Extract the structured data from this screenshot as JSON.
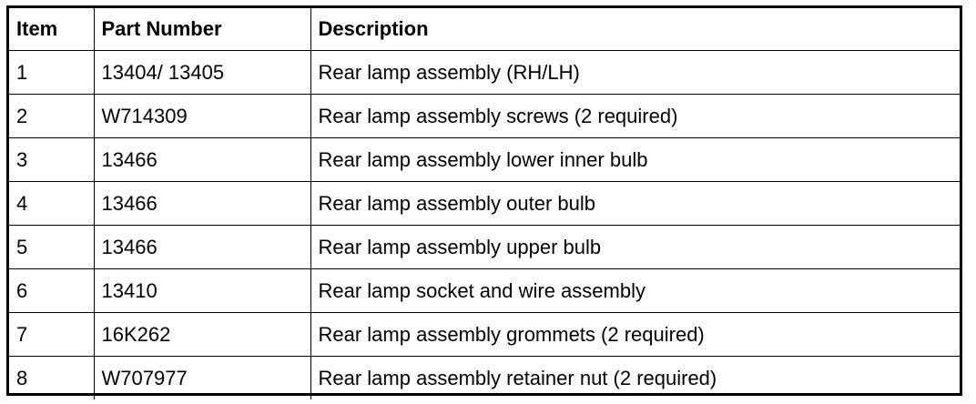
{
  "table": {
    "headers": {
      "item": "Item",
      "part_number": "Part Number",
      "description": "Description"
    },
    "rows": [
      {
        "item": "1",
        "part_number": "13404/ 13405",
        "description": "Rear lamp assembly (RH/LH)"
      },
      {
        "item": "2",
        "part_number": "W714309",
        "description": "Rear lamp assembly screws (2 required)"
      },
      {
        "item": "3",
        "part_number": "13466",
        "description": "Rear lamp assembly lower inner bulb"
      },
      {
        "item": "4",
        "part_number": "13466",
        "description": "Rear lamp assembly outer bulb"
      },
      {
        "item": "5",
        "part_number": "13466",
        "description": "Rear lamp assembly upper bulb"
      },
      {
        "item": "6",
        "part_number": "13410",
        "description": "Rear lamp socket and wire assembly"
      },
      {
        "item": "7",
        "part_number": "16K262",
        "description": "Rear lamp assembly grommets (2 required)"
      },
      {
        "item": "8",
        "part_number": "W707977",
        "description": "Rear lamp assembly retainer nut (2 required)"
      }
    ]
  }
}
